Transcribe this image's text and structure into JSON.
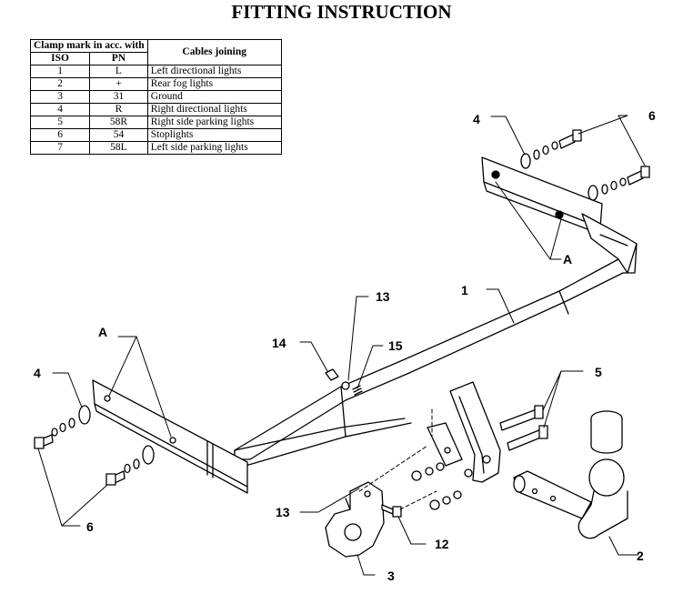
{
  "title": "FITTING INSTRUCTION",
  "legend": {
    "header_clamp": "Clamp mark in acc. with",
    "header_cables": "Cables joining",
    "header_iso": "ISO",
    "header_pn": "PN",
    "rows": [
      {
        "iso": "1",
        "pn": "L",
        "desc": "Left directional lights"
      },
      {
        "iso": "2",
        "pn": "+",
        "desc": "Rear fog lights"
      },
      {
        "iso": "3",
        "pn": "31",
        "desc": "Ground"
      },
      {
        "iso": "4",
        "pn": "R",
        "desc": "Right directional lights"
      },
      {
        "iso": "5",
        "pn": "58R",
        "desc": "Right side parking lights"
      },
      {
        "iso": "6",
        "pn": "54",
        "desc": "Stoplights"
      },
      {
        "iso": "7",
        "pn": "58L",
        "desc": "Left side parking lights"
      }
    ]
  },
  "callouts": {
    "c1": "1",
    "c2": "2",
    "c3": "3",
    "c4_top": "4",
    "c4_left": "4",
    "c5": "5",
    "c6_top": "6",
    "c6_bottom": "6",
    "c12": "12",
    "c13_top": "13",
    "c13_bottom": "13",
    "c14": "14",
    "c15": "15",
    "a_top": "A",
    "a_left": "A"
  }
}
